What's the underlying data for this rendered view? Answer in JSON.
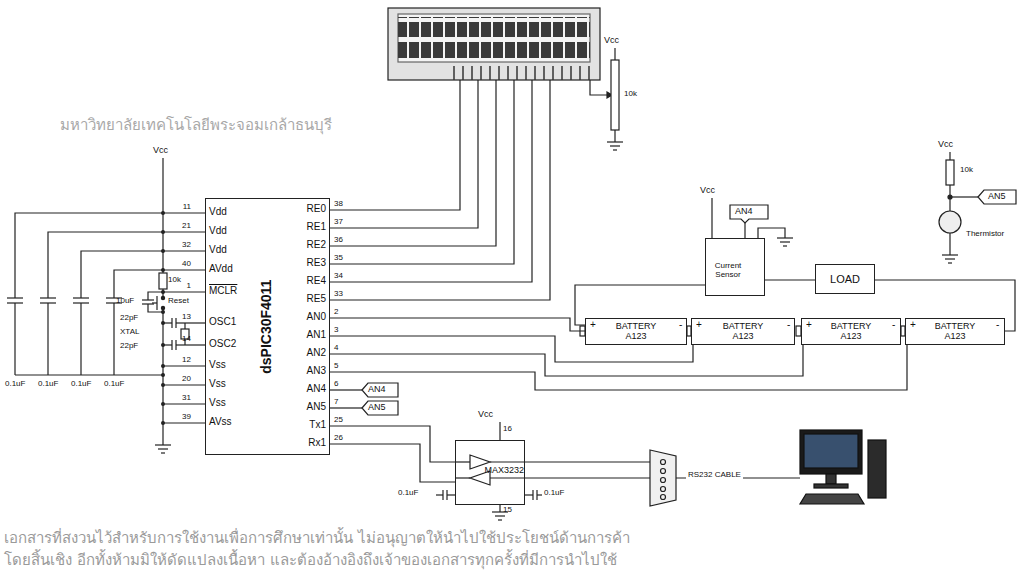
{
  "diagram": {
    "nodes": [
      {
        "text": [
          "dsPIC30F4011"
        ]
      },
      {
        "text": [
          "Current Sensor"
        ]
      },
      {
        "text": [
          "LOAD"
        ]
      },
      {
        "text": [
          "BATTERY A123"
        ]
      },
      {
        "text": [
          "BATTERY A123"
        ]
      },
      {
        "text": [
          "BATTERY A123"
        ]
      },
      {
        "text": [
          "BATTERY A123"
        ]
      },
      {
        "text": [
          "MAX3232"
        ]
      }
    ],
    "edges": [
      {
        "from": 2,
        "to": 1,
        "arrow": "none"
      },
      {
        "from": 2,
        "to": 6,
        "arrow": "none"
      },
      {
        "from": 1,
        "to": 3,
        "arrow": "none"
      },
      {
        "from": 0,
        "to": 3,
        "arrow": "none"
      },
      {
        "from": 0,
        "to": 4,
        "arrow": "none"
      },
      {
        "from": 0,
        "to": 5,
        "arrow": "none"
      },
      {
        "from": 0,
        "to": 6,
        "arrow": "none"
      },
      {
        "from": 0,
        "to": 7,
        "arrow": "none"
      },
      {
        "from": 0,
        "to": 7,
        "arrow": "none"
      }
    ],
    "labels": [
      "มหาวิทยาลัยเทคโนโลยีพระจอมเกล้าธนบุรี",
      "Vcc",
      "10k",
      "Vcc",
      "0.1uF",
      "0.1uF",
      "0.1uF",
      "0.1uF",
      "10k",
      "Reset",
      "10uF",
      "XTAL",
      "22pF",
      "22pF",
      "Vdd",
      "Vdd",
      "Vdd",
      "AVdd",
      "MCLR",
      "OSC1",
      "OSC2",
      "Vss",
      "Vss",
      "Vss",
      "AVss",
      "11",
      "21",
      "32",
      "40",
      "1",
      "13",
      "14",
      "12",
      "20",
      "31",
      "39",
      "RE0",
      "RE1",
      "RE2",
      "RE3",
      "RE4",
      "RE5",
      "AN0",
      "AN1",
      "AN2",
      "AN3",
      "AN4",
      "AN5",
      "Tx1",
      "Rx1",
      "38",
      "37",
      "36",
      "35",
      "34",
      "33",
      "2",
      "3",
      "4",
      "5",
      "6",
      "7",
      "25",
      "26",
      "AN4",
      "AN5",
      "Vcc",
      "AN4",
      "+",
      "-",
      "+",
      "-",
      "+",
      "-",
      "+",
      "-",
      "Vcc",
      "10k",
      "AN5",
      "Thermistor",
      "Vcc",
      "16",
      "15",
      "0.1uF",
      "0.1uF",
      "RS232 CABLE",
      "เอกสารที่สงวนไว้สำหรับการใช้งานเพื่อการศึกษาเท่านั้น ไม่อนุญาตให้นำไปใช้ประโยชน์ด้านการค้า",
      "โดยสิ้นเชิง อีกทั้งห้ามมิให้ดัดแปลงเนื้อหา และต้องอ้างอิงถึงเจ้าของเอกสารทุกครั้งที่มีการนำไปใช้"
    ]
  }
}
